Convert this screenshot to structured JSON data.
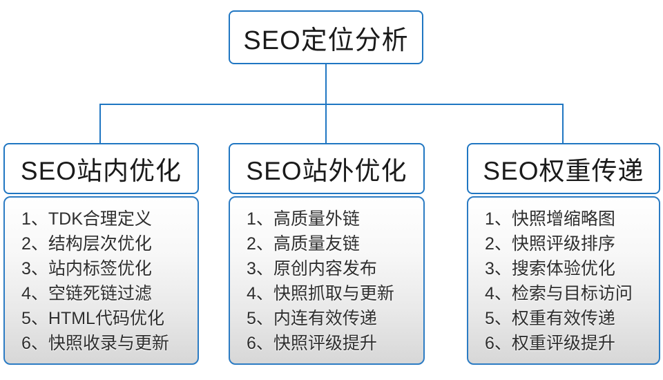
{
  "diagram": {
    "root": {
      "title": "SEO定位分析"
    },
    "branches": [
      {
        "title": "SEO站内优化",
        "items": [
          "1、TDK合理定义",
          "2、结构层次优化",
          "3、站内标签优化",
          "4、空链死链过滤",
          "5、HTML代码优化",
          "6、快照收录与更新"
        ]
      },
      {
        "title": "SEO站外优化",
        "items": [
          "1、高质量外链",
          "2、高质量友链",
          "3、原创内容发布",
          "4、快照抓取与更新",
          "5、内连有效传递",
          "6、快照评级提升"
        ]
      },
      {
        "title": "SEO权重传递",
        "items": [
          "1、快照增缩略图",
          "2、快照评级排序",
          "3、搜索体验优化",
          "4、检索与目标访问",
          "5、权重有效传递",
          "6、权重评级提升"
        ]
      }
    ],
    "colors": {
      "accent": "#1f76c2",
      "panel_gradient_end": "#d7d7d7",
      "text": "#2e2e2e"
    }
  }
}
